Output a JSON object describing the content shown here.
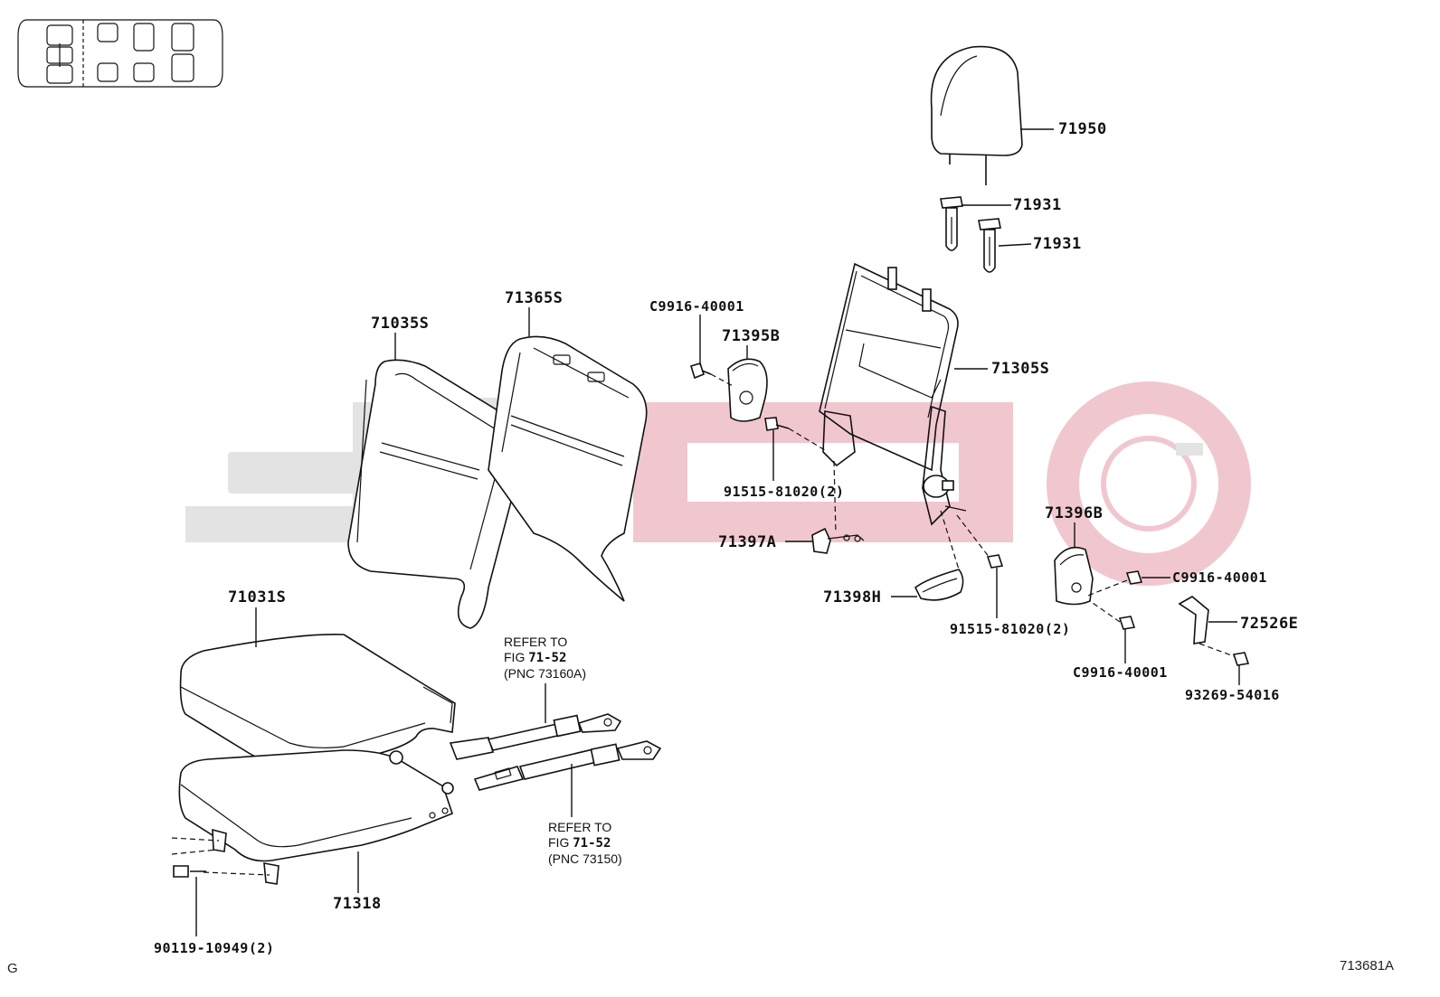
{
  "watermark": {
    "color": "#e3e3e3",
    "accent": "#f1c7cf"
  },
  "parts": {
    "p71950": "71950",
    "p71931a": "71931",
    "p71931b": "71931",
    "p71365s": "71365S",
    "p71035s": "71035S",
    "pC9916_top": "C9916-40001",
    "p71395b": "71395B",
    "p71305s": "71305S",
    "p91515_a": "91515-81020(2)",
    "p71397a": "71397A",
    "p71398h": "71398H",
    "p91515_b": "91515-81020(2)",
    "p71396b": "71396B",
    "pC9916_right": "C9916-40001",
    "p72526e": "72526E",
    "pC9916_bottom": "C9916-40001",
    "p93269": "93269-54016",
    "p71031s": "71031S",
    "p71318": "71318",
    "p90119": "90119-10949(2)"
  },
  "notes": {
    "refer1": {
      "line1": "REFER TO",
      "line2a": "FIG ",
      "line2b": "71-52",
      "line3": "(PNC 73160A)"
    },
    "refer2": {
      "line1": "REFER TO",
      "line2a": "FIG ",
      "line2b": "71-52",
      "line3": "(PNC 73150)"
    }
  },
  "corner": {
    "left": "G",
    "right": "713681A"
  }
}
